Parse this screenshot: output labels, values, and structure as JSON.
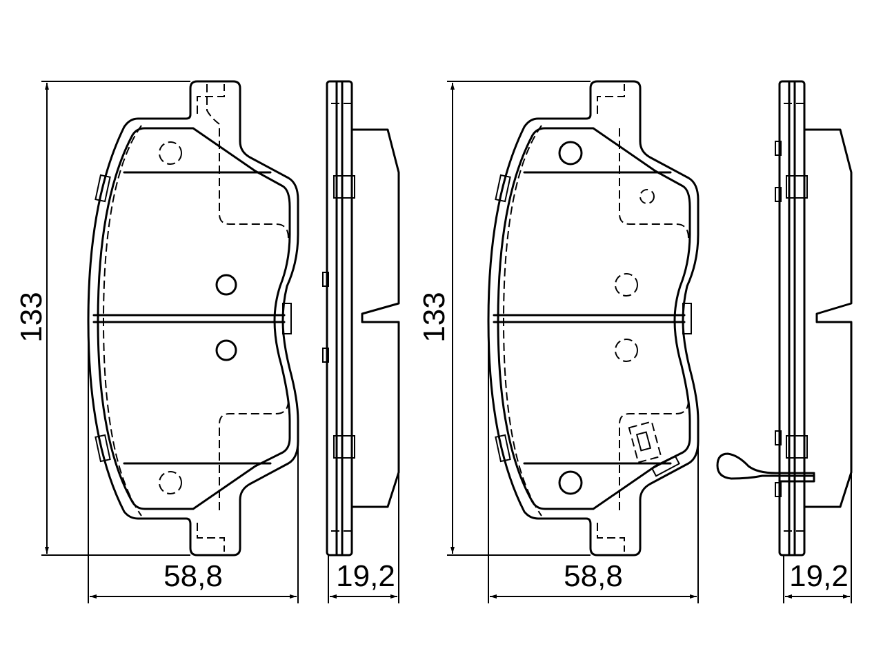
{
  "dimensions": {
    "pad1_height": "133",
    "pad1_width": "58,8",
    "pad1_thickness": "19,2",
    "pad2_height": "133",
    "pad2_width": "58,8",
    "pad2_thickness": "19,2"
  },
  "colors": {
    "line": "#000000",
    "background": "#ffffff"
  }
}
